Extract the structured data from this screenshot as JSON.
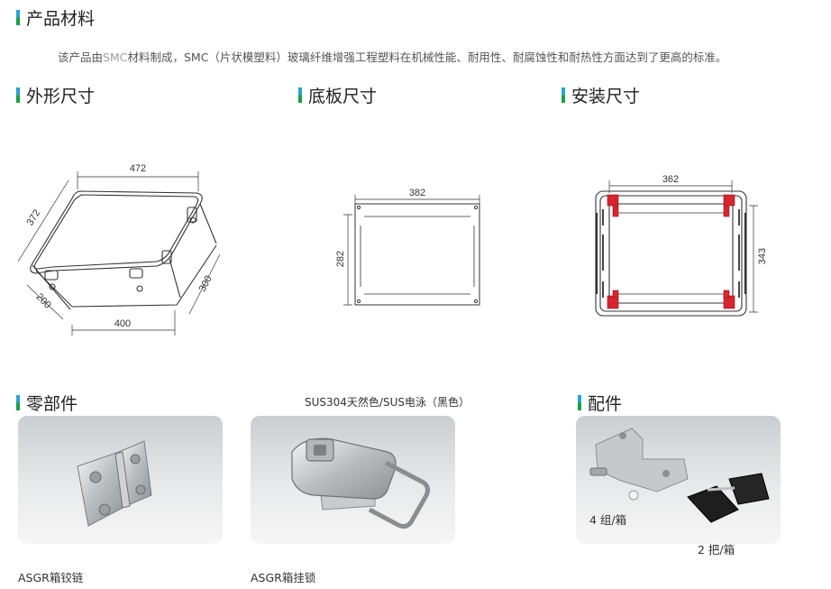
{
  "material": {
    "heading": "产品材料",
    "intro_prefix": "该产品由",
    "intro_highlight": "SMC",
    "intro_rest": "材料制成，SMC（片状模塑料）玻璃纤维增强工程塑料在机械性能、耐用性、耐腐蚀性和耐热性方面达到了更高的标准。"
  },
  "dimensions": {
    "outer": {
      "heading": "外形尺寸",
      "width": "472",
      "depth": "372",
      "height_left": "200",
      "height_right": "300",
      "bottom": "400"
    },
    "base": {
      "heading": "底板尺寸",
      "width": "382",
      "height": "282"
    },
    "mounting": {
      "heading": "安装尺寸",
      "width": "362",
      "height": "343"
    }
  },
  "parts": {
    "heading": "零部件",
    "finish_note": "SUS304天然色/SUS电泳（黑色）",
    "hinge_caption": "ASGR箱铰链",
    "latch_caption": "ASGR箱挂锁"
  },
  "accessories": {
    "heading": "配件",
    "mount_qty": "4 组/箱",
    "key_qty": "2 把/箱"
  },
  "colors": {
    "accent_blue": "#29a3d8",
    "accent_green": "#1d9e48",
    "mount_red": "#d9252f"
  }
}
